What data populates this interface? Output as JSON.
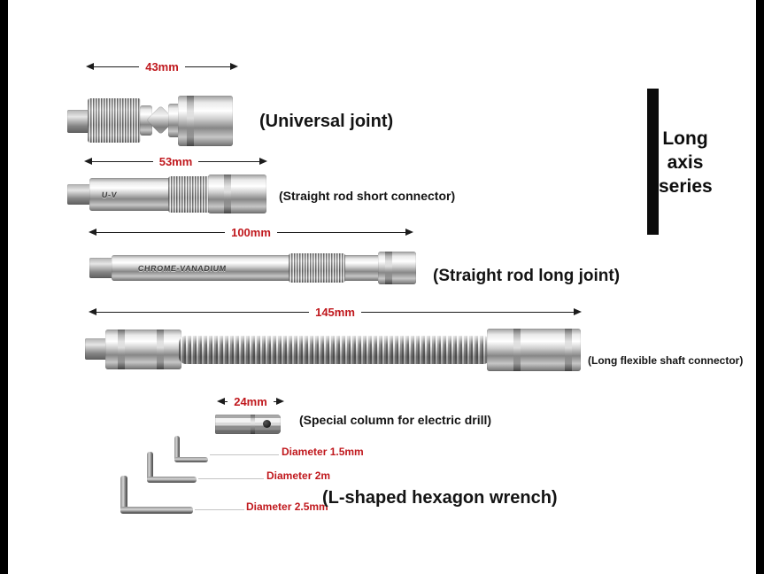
{
  "side_label": {
    "text": "Long axis series"
  },
  "items": {
    "universal": {
      "dim": "43mm",
      "label": "(Universal joint)"
    },
    "short_rod": {
      "dim": "53mm",
      "label": "(Straight rod short connector)",
      "marking": "U-V"
    },
    "long_rod": {
      "dim": "100mm",
      "label": "(Straight rod long joint)",
      "marking": "CHROME-VANADIUM"
    },
    "flexible": {
      "dim": "145mm",
      "label": "(Long flexible shaft connector)"
    },
    "drill_column": {
      "dim": "24mm",
      "label": "(Special column for electric drill)"
    },
    "hex_wrench": {
      "label": "(L-shaped hexagon wrench)",
      "sizes": [
        "Diameter 1.5mm",
        "Diameter 2m",
        "Diameter 2.5mm"
      ]
    }
  },
  "colors": {
    "dimension_red": "#c0181d",
    "label_black": "#141414",
    "bar_black": "#0b0b0b"
  }
}
